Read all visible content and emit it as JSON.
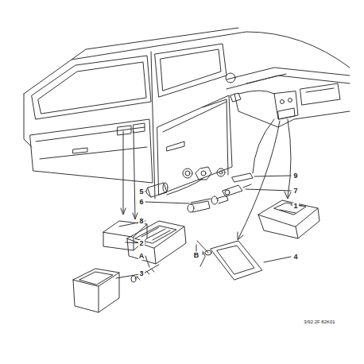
{
  "diagram": {
    "labels": [
      "9",
      "7",
      "5",
      "6",
      "1",
      "8",
      "2",
      "4",
      "A",
      "B",
      "3",
      "3/92 2F 82K01"
    ]
  }
}
